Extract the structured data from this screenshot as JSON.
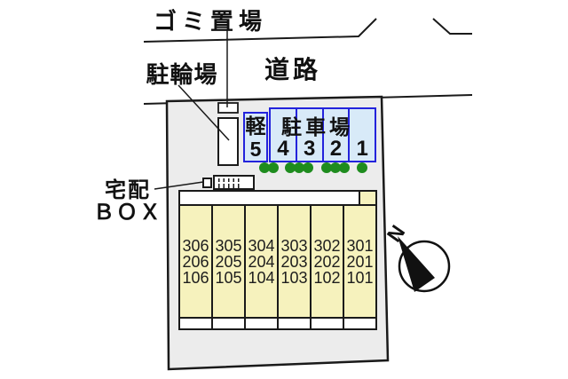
{
  "labels": {
    "garbage_area": "ゴミ置場",
    "road": "道路",
    "bicycle_parking": "駐輪場",
    "delivery_box_line1": "宅配",
    "delivery_box_line2": "ＢＯＸ",
    "north": "N"
  },
  "parking": {
    "title": "駐車場",
    "kei": {
      "label": "軽",
      "number": "5"
    },
    "spaces": [
      "4",
      "3",
      "2",
      "1"
    ]
  },
  "building": {
    "columns": [
      {
        "rooms": [
          "306",
          "206",
          "106"
        ]
      },
      {
        "rooms": [
          "305",
          "205",
          "105"
        ]
      },
      {
        "rooms": [
          "304",
          "204",
          "104"
        ]
      },
      {
        "rooms": [
          "303",
          "203",
          "103"
        ]
      },
      {
        "rooms": [
          "302",
          "202",
          "102"
        ]
      },
      {
        "rooms": [
          "301",
          "201",
          "101"
        ]
      }
    ]
  },
  "colors": {
    "parcel_fill": "#ececec",
    "room_fill": "#f6f2bd",
    "parking_fill": "#d8eaf8",
    "parking_border": "#2323dc",
    "bush_green": "#1e8c1e",
    "line": "#1a1a1a"
  }
}
